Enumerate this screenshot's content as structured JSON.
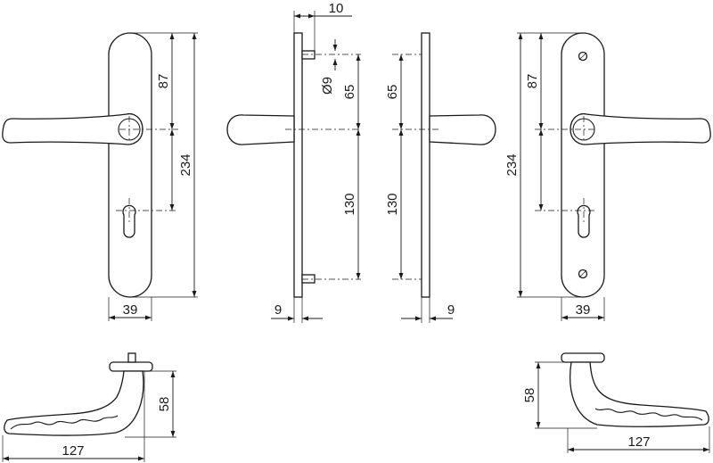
{
  "dimensions": {
    "front_left": {
      "handle_to_plate_top": "87",
      "plate_length": "234",
      "plate_width": "39"
    },
    "side_left": {
      "spindle_offset": "10",
      "pin_diameter": "Ø9",
      "pin_to_handle": "65",
      "handle_to_bottom_pin": "130",
      "plate_thickness": "9"
    },
    "side_right": {
      "pin_to_handle": "65",
      "handle_to_bottom_pin": "130",
      "plate_thickness": "9"
    },
    "front_right": {
      "handle_to_plate_top": "87",
      "plate_length": "234",
      "plate_width": "39"
    },
    "top_left": {
      "height": "58",
      "length": "127"
    },
    "top_right": {
      "height": "58",
      "length": "127"
    }
  }
}
